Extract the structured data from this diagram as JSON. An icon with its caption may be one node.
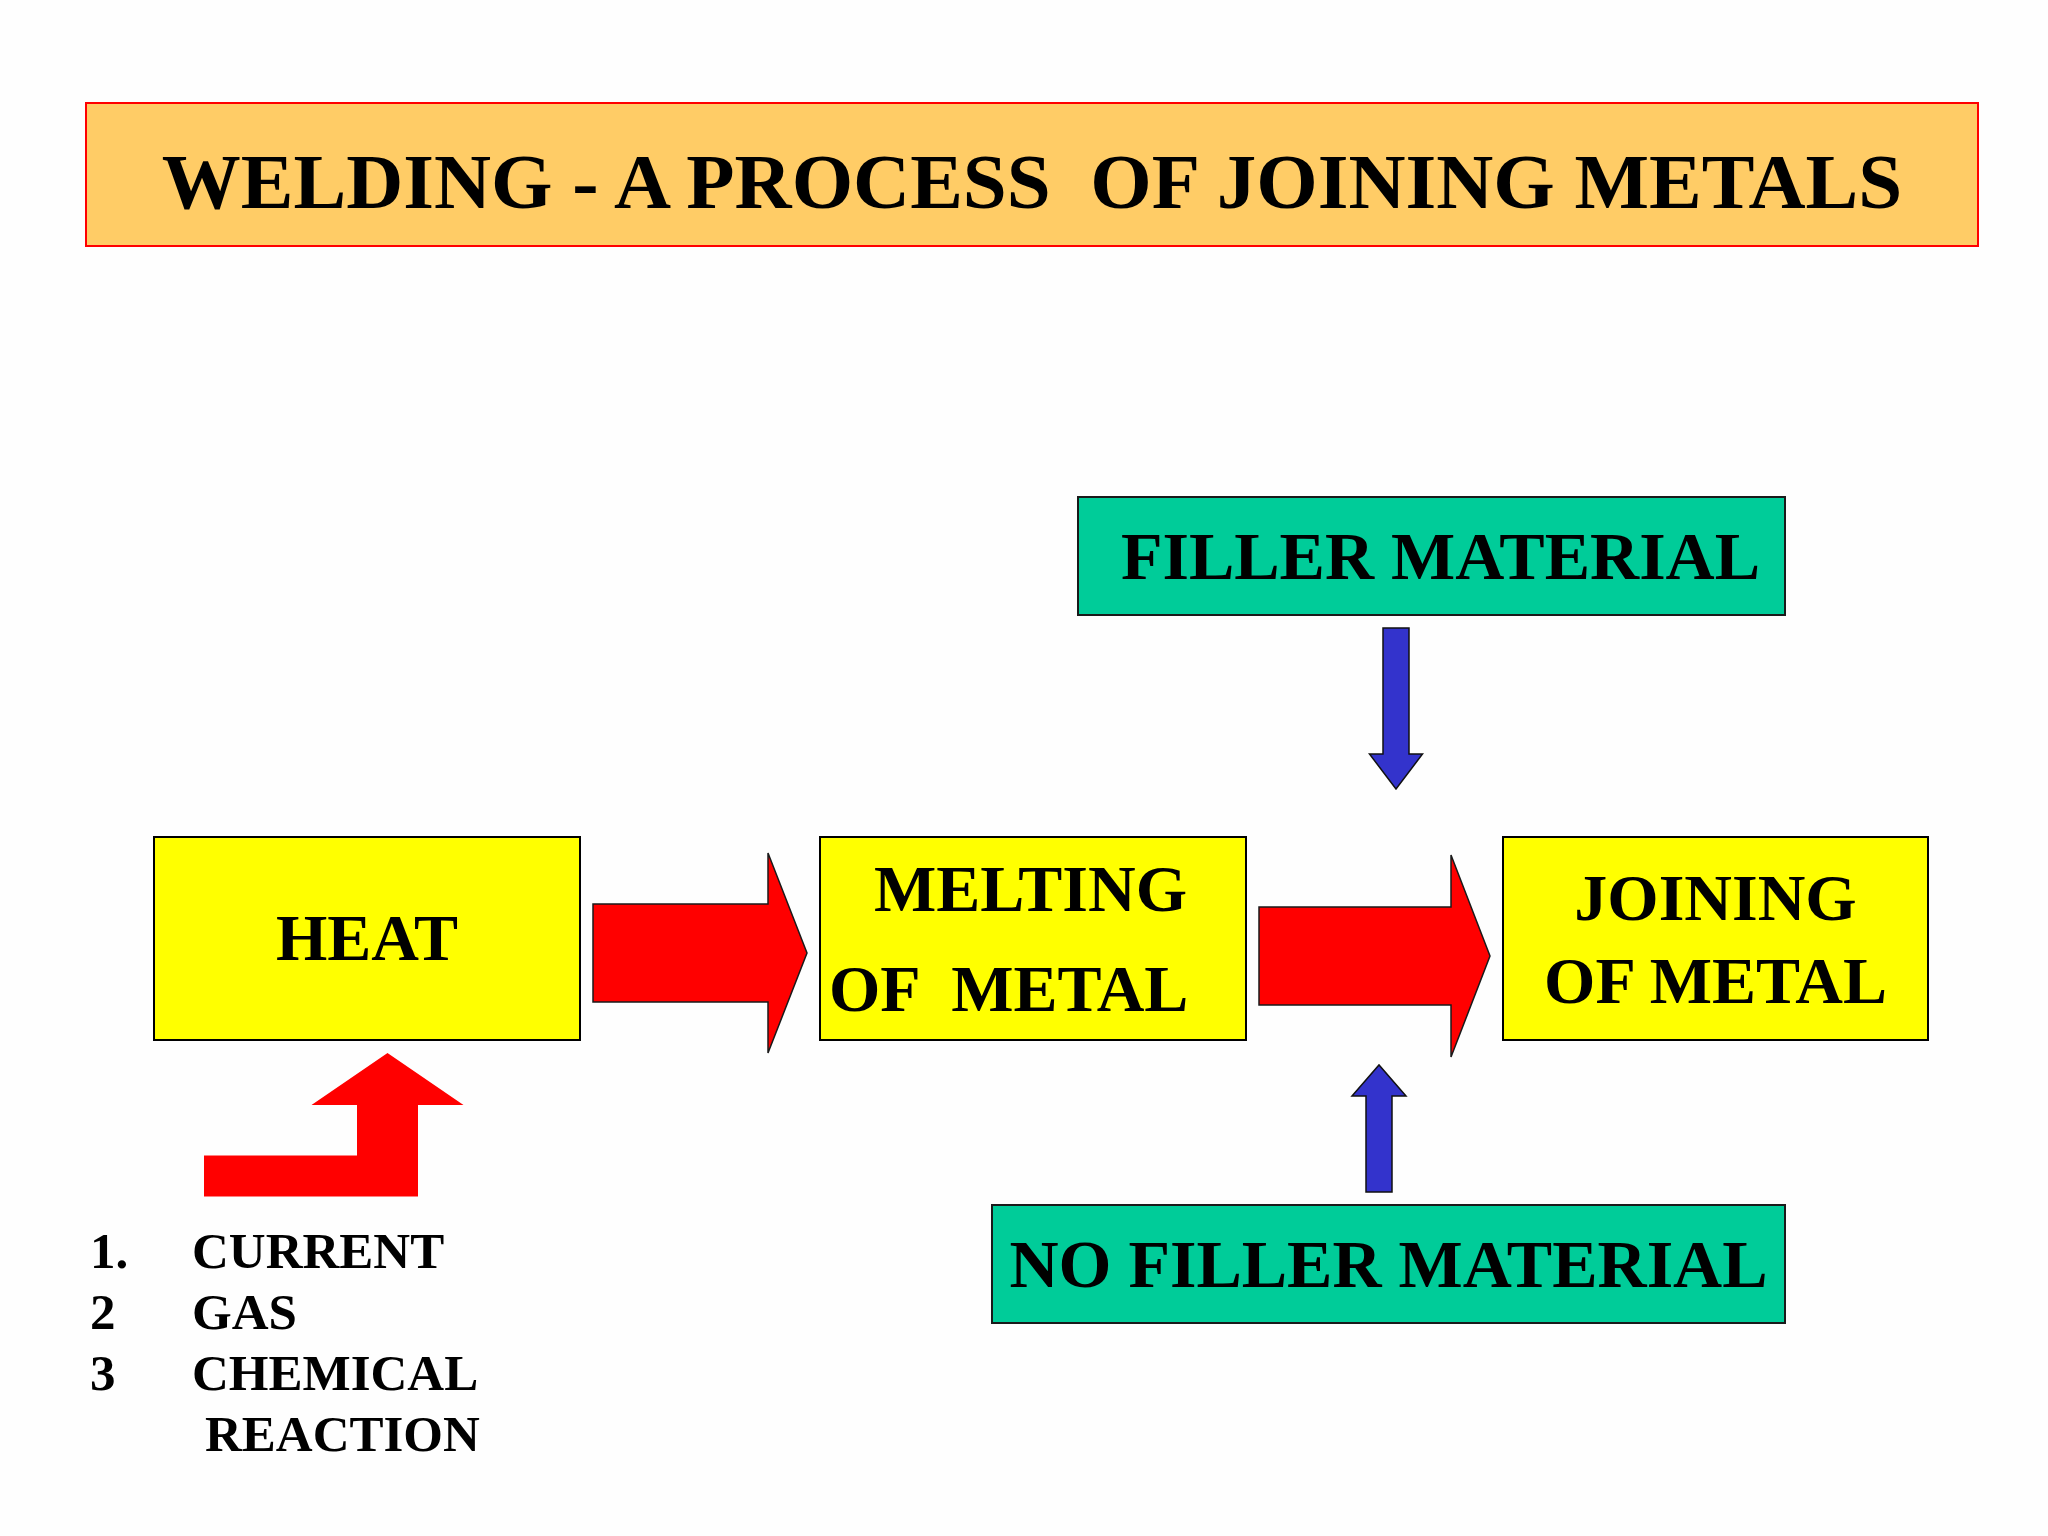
{
  "diagram": {
    "title": "WELDING - A PROCESS  OF JOINING METALS",
    "nodes": [
      {
        "text": [
          "HEAT"
        ]
      },
      {
        "text": [
          "MELTING OF  METAL"
        ]
      },
      {
        "text": [
          "JOINING OF METAL"
        ]
      },
      {
        "text": [
          "FILLER MATERIAL"
        ]
      },
      {
        "text": [
          "NO FILLER MATERIAL"
        ]
      },
      {
        "text": [
          "1.",
          "CURRENT",
          "2",
          "GAS",
          "3",
          "CHEMICAL REACTION"
        ]
      }
    ],
    "edges": [
      {
        "from": 0,
        "to": 1,
        "arrow": "to"
      },
      {
        "from": 1,
        "to": 2,
        "arrow": "to"
      },
      {
        "from": 3,
        "to": null,
        "arrow": "to",
        "color": "#3333cc"
      },
      {
        "from": 4,
        "to": null,
        "arrow": "to",
        "color": "#3333cc"
      },
      {
        "from": 5,
        "to": 0,
        "arrow": "to"
      }
    ]
  }
}
